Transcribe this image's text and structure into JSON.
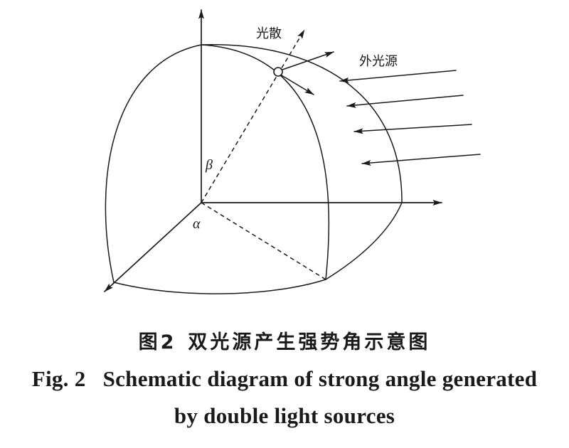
{
  "figure": {
    "labels": {
      "scatter": "光散",
      "external_light": "外光源",
      "beta": "β",
      "alpha": "α"
    }
  },
  "caption": {
    "zh": {
      "label": "图2",
      "text": "双光源产生强势角示意图"
    },
    "en": {
      "label": "Fig. 2",
      "lines": [
        "Schematic diagram of strong angle generated",
        "by double light sources"
      ]
    }
  },
  "colors": {
    "ink": "#1a1a1a",
    "background": "#ffffff"
  }
}
